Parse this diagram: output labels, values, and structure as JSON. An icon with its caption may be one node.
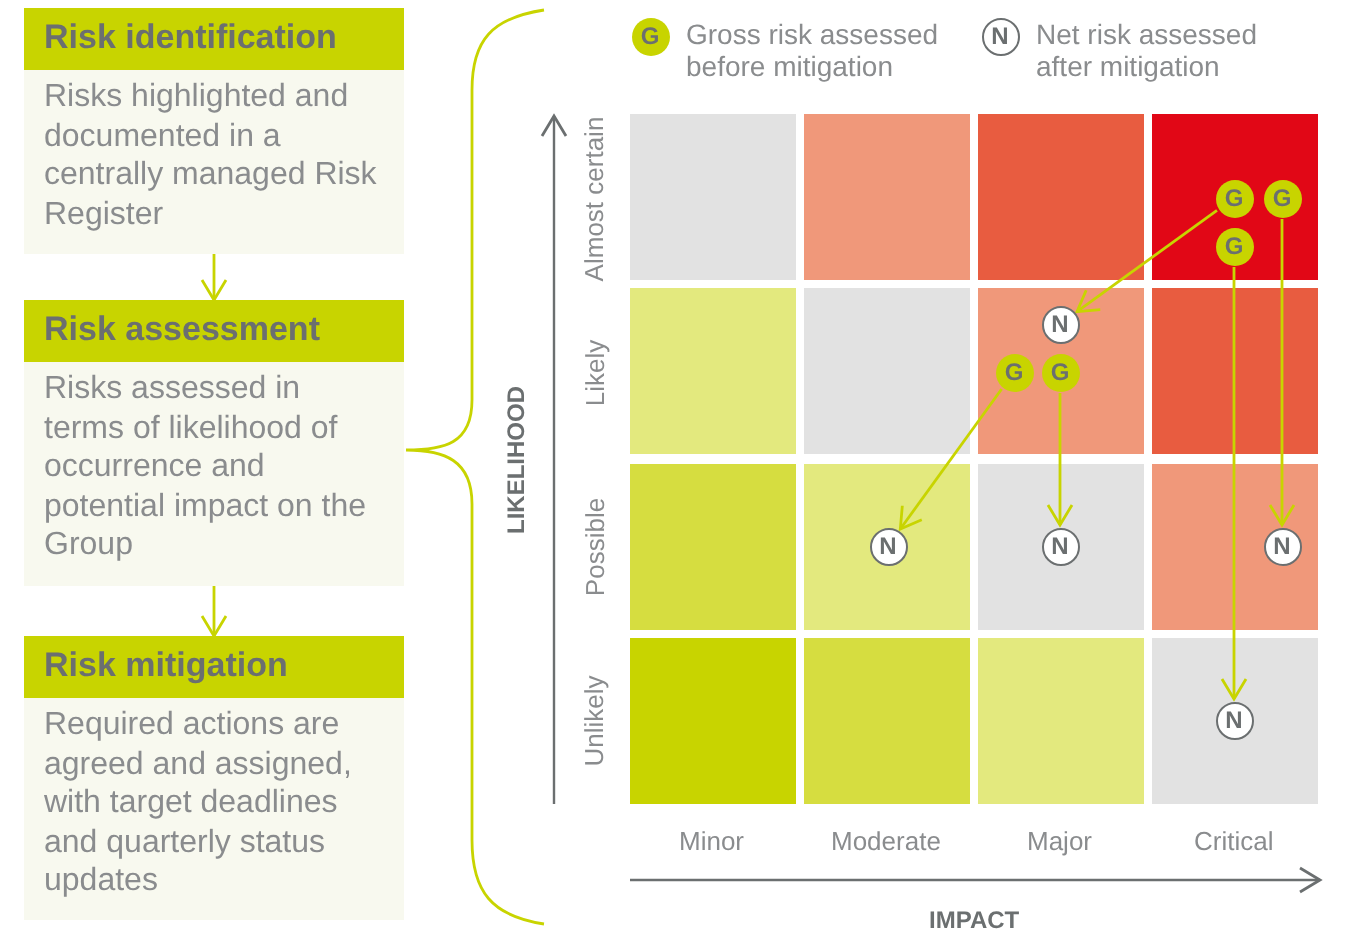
{
  "diagram": {
    "nodes": [
      {
        "text": [
          "Risk identification",
          "Risks highlighted and documented in a centrally managed Risk Register"
        ]
      },
      {
        "text": [
          "Risk assessment",
          "Risks assessed in terms of likelihood of occurrence and potential impact on the Group"
        ]
      },
      {
        "text": [
          "Risk mitigation",
          "Required actions are agreed and assigned, with target deadlines and quarterly status updates"
        ]
      },
      {
        "text": [
          "G"
        ],
        "beside": [
          "Gross risk assessed before mitigation"
        ]
      },
      {
        "text": [
          "N"
        ],
        "beside": [
          "Net risk assessed after mitigation"
        ]
      },
      {
        "text": [
          "G"
        ]
      },
      {
        "text": [
          "G"
        ]
      },
      {
        "text": [
          "G"
        ]
      },
      {
        "text": [
          "N"
        ]
      },
      {
        "text": [
          "G"
        ]
      },
      {
        "text": [
          "G"
        ]
      },
      {
        "text": [
          "N"
        ]
      },
      {
        "text": [
          "N"
        ]
      },
      {
        "text": [
          "N"
        ]
      },
      {
        "text": [
          "N"
        ]
      }
    ],
    "edges": [
      {
        "from": 0,
        "to": 1,
        "arrow": "to"
      },
      {
        "from": 1,
        "to": 2,
        "arrow": "to"
      },
      {
        "from": 5,
        "to": 8,
        "arrow": "to"
      },
      {
        "from": 6,
        "to": 13,
        "arrow": "to"
      },
      {
        "from": 7,
        "to": 14,
        "arrow": "to"
      },
      {
        "from": 9,
        "to": 11,
        "arrow": "to"
      },
      {
        "from": 10,
        "to": 12,
        "arrow": "to"
      }
    ],
    "labels": [
      "LIKELIHOOD",
      "Almost certain",
      "Likely",
      "Possible",
      "Unlikely",
      "Minor",
      "Moderate",
      "Major",
      "Critical",
      "IMPACT"
    ]
  }
}
